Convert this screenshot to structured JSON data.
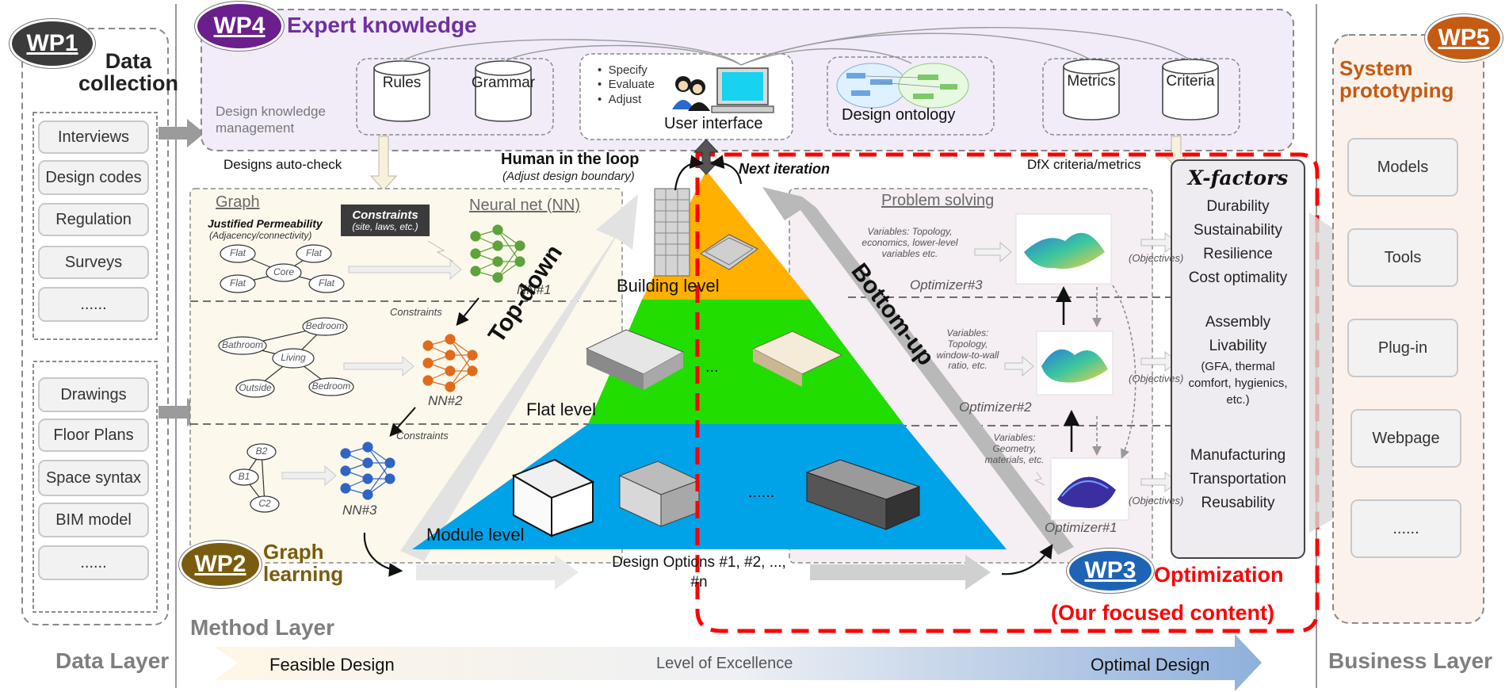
{
  "layers": {
    "data": "Data Layer",
    "method": "Method Layer",
    "business": "Business Layer"
  },
  "wp1": {
    "badge": "WP1",
    "title": "Data collection"
  },
  "data_items_top": [
    "Interviews",
    "Design codes",
    "Regulation",
    "Surveys",
    "......"
  ],
  "data_items_bottom": [
    "Drawings",
    "Floor Plans",
    "Space syntax",
    "BIM model",
    "......"
  ],
  "wp4": {
    "badge": "WP4",
    "title": "Expert knowledge",
    "management_label": "Design knowledge management",
    "cylinders": [
      "Rules",
      "Grammar",
      "Metrics",
      "Criteria"
    ],
    "ui_bullets": [
      "Specify",
      "Evaluate",
      "Adjust"
    ],
    "ui_label": "User interface",
    "ontology_label": "Design ontology"
  },
  "arrow_labels": {
    "auto_check": "Designs auto-check",
    "dfx": "DfX criteria/metrics",
    "human_loop": "Human in the loop",
    "human_loop_sub": "(Adjust design boundary)",
    "next_iteration": "Next iteration"
  },
  "wp2": {
    "badge": "WP2",
    "title": "Graph learning",
    "graph_title": "Graph",
    "nn_title": "Neural net (NN)",
    "justified": "Justified Permeability",
    "justified_sub": "(Adjacency/connectivity)",
    "constraints_box": "Constraints",
    "constraints_box_sub": "(site, laws, etc.)",
    "constraints_label": "Constraints",
    "nn_labels": [
      "NN#1",
      "NN#2",
      "NN#3"
    ],
    "graph1_nodes": [
      "Flat",
      "Flat",
      "Core",
      "Flat",
      "Flat"
    ],
    "graph2_nodes": [
      "Bathroom",
      "Bedroom",
      "Living",
      "Outside",
      "Bedroom"
    ],
    "graph3_nodes": [
      "B2",
      "B1",
      "C2"
    ]
  },
  "pyramid": {
    "top_down": "Top-down",
    "bottom_up": "Bottom-up",
    "levels": [
      "Building level",
      "Flat level",
      "Module level"
    ],
    "ellipsis_flat": "...",
    "ellipsis_module": "......",
    "design_options": "Design Options #1, #2, ..., #n"
  },
  "wp3": {
    "badge": "WP3",
    "title": "Optimization",
    "focused": "(Our focused content)",
    "problem_solving": "Problem solving",
    "optimizers": [
      "Optimizer#3",
      "Optimizer#2",
      "Optimizer#1"
    ],
    "variables": [
      "Variables: Topology, economics, lower-level variables etc.",
      "Variables: Topology, window-to-wall ratio, etc.",
      "Variables: Geometry, materials, etc."
    ],
    "objectives": "(Objectives)"
  },
  "xfactors": {
    "title": "X-factors",
    "group1": [
      "Durability",
      "Sustainability",
      "Resilience",
      "Cost optimality"
    ],
    "group2": [
      "Assembly",
      "Livability",
      "(GFA, thermal comfort, hygienics, etc.)"
    ],
    "group3": [
      "Manufacturing",
      "Transportation",
      "Reusability"
    ]
  },
  "wp5": {
    "badge": "WP5",
    "title": "System prototyping",
    "items": [
      "Models",
      "Tools",
      "Plug-in",
      "Webpage",
      "......"
    ]
  },
  "excellence": {
    "left": "Feasible Design",
    "middle": "Level of Excellence",
    "right": "Optimal Design"
  },
  "colors": {
    "wp1": "#3b3b3b",
    "wp2": "#7a5c0f",
    "wp3": "#1f63b5",
    "wp4": "#6a1f8c",
    "wp5": "#c55a11",
    "building": "#ffb000",
    "flat": "#22dd00",
    "module": "#00a2e8",
    "focus": "#ff0000"
  }
}
